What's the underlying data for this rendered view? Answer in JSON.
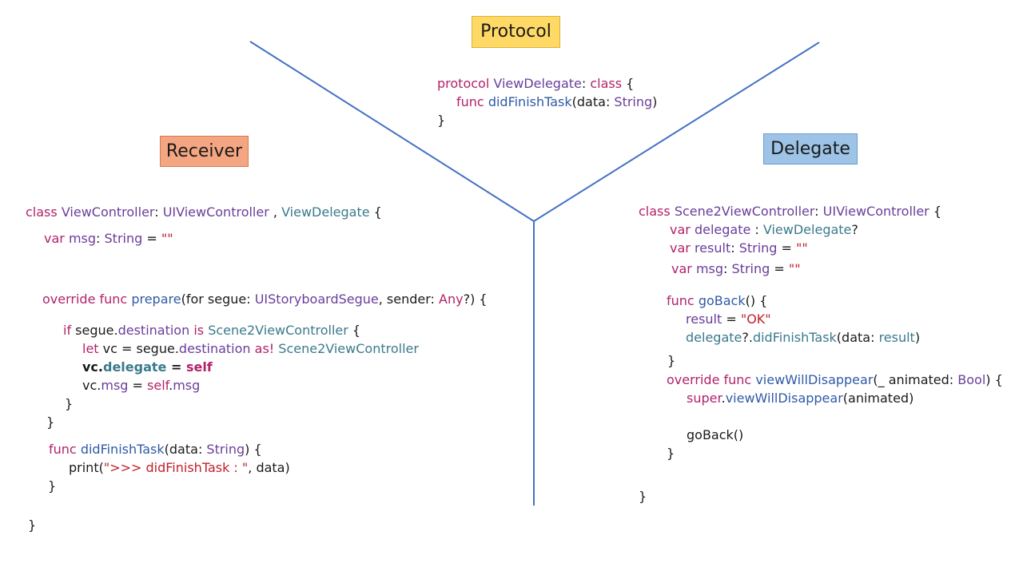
{
  "labels": {
    "protocol": "Protocol",
    "receiver": "Receiver",
    "delegate": "Delegate"
  },
  "colors": {
    "protocol_box": "#ffd966",
    "receiver_box": "#f4a582",
    "delegate_box": "#9dc3e6",
    "lines": "#4472c4"
  },
  "protocol_code": {
    "l1_kw": "protocol",
    "l1_name": "ViewDelegate",
    "l1_colon": ": ",
    "l1_class": "class",
    "l1_brace": " {",
    "l2_kw": "func",
    "l2_name": "didFinishTask",
    "l2_args": "(data: ",
    "l2_type": "String",
    "l2_end": ")",
    "l3": "}"
  },
  "receiver_code": {
    "l1_kw": "class",
    "l1_name": "ViewController",
    "l1_colon": ": ",
    "l1_super": "UIViewController",
    "l1_comma": " , ",
    "l1_proto": "ViewDelegate",
    "l1_brace": " {",
    "l2_kw": "var",
    "l2_name": "msg",
    "l2_colon": ": ",
    "l2_type": "String",
    "l2_eq": " = ",
    "l2_val": "\"\"",
    "l3_kw": "override func",
    "l3_name": "prepare",
    "l3_args": "(for segue: ",
    "l3_type": "UIStoryboardSegue",
    "l3_args2": ", sender: ",
    "l3_any": "Any",
    "l3_end": "?) {",
    "l4_kw": "if",
    "l4_a": " segue.",
    "l4_prop": "destination",
    "l4_is": " is ",
    "l4_type": "Scene2ViewController",
    "l4_end": " {",
    "l5_kw": "let",
    "l5_a": " vc = segue.",
    "l5_prop": "destination",
    "l5_as": " as! ",
    "l5_type": "Scene2ViewController",
    "l6_a": "vc.",
    "l6_prop": "delegate",
    "l6_eq": " = ",
    "l6_self": "self",
    "l7_a": "vc.",
    "l7_prop": "msg",
    "l7_eq": " = ",
    "l7_self": "self",
    "l7_dot": ".",
    "l7_msg": "msg",
    "l8": "}",
    "l9": "}",
    "l10_kw": "func",
    "l10_name": "didFinishTask",
    "l10_args": "(data: ",
    "l10_type": "String",
    "l10_end": ") {",
    "l11_fn": "print",
    "l11_paren": "(",
    "l11_str": "\">>> didFinishTask : \"",
    "l11_end": ", data)",
    "l12": "}",
    "l13": "}"
  },
  "delegate_code": {
    "l1_kw": "class",
    "l1_name": "Scene2ViewController",
    "l1_colon": ": ",
    "l1_super": "UIViewController",
    "l1_brace": " {",
    "l2_kw": "var",
    "l2_name": "delegate",
    "l2_colon": " : ",
    "l2_type": "ViewDelegate",
    "l2_q": "?",
    "l3_kw": "var",
    "l3_name": "result",
    "l3_colon": ": ",
    "l3_type": "String",
    "l3_eq": " = ",
    "l3_val": "\"\"",
    "l4_kw": "var",
    "l4_name": "msg",
    "l4_colon": ": ",
    "l4_type": "String",
    "l4_eq": " = ",
    "l4_val": "\"\"",
    "l5_kw": "func",
    "l5_name": "goBack",
    "l5_end": "() {",
    "l6_name": "result",
    "l6_eq": " = ",
    "l6_val": "\"OK\"",
    "l7_name": "delegate",
    "l7_q": "?.",
    "l7_fn": "didFinishTask",
    "l7_args": "(data: ",
    "l7_arg": "result",
    "l7_end": ")",
    "l8": "}",
    "l9_kw": "override func",
    "l9_name": "viewWillDisappear",
    "l9_args": "(_ animated: ",
    "l9_type": "Bool",
    "l9_end": ") {",
    "l10_super": "super",
    "l10_dot": ".",
    "l10_fn": "viewWillDisappear",
    "l10_end": "(animated)",
    "l11": "goBack()",
    "l12": "}",
    "l13": "}"
  }
}
